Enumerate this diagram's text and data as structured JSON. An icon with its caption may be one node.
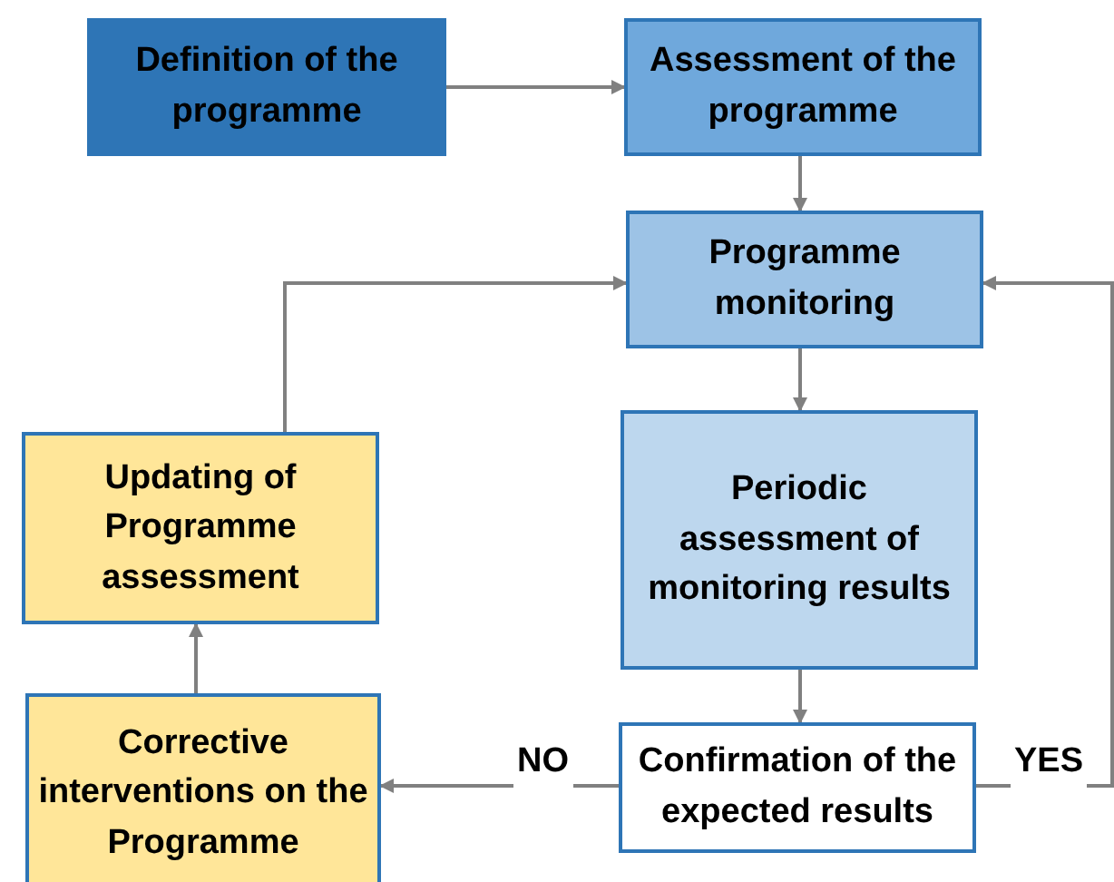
{
  "diagram": {
    "nodes": [
      {
        "text": [
          "Definition of the programme"
        ]
      },
      {
        "text": [
          "Assessment of the programme"
        ]
      },
      {
        "text": [
          "Programme monitoring"
        ]
      },
      {
        "text": [
          "Periodic assessment of monitoring results"
        ]
      },
      {
        "text": [
          "Confirmation of the expected results"
        ]
      },
      {
        "text": [
          "Updating of Programme assessment"
        ]
      },
      {
        "text": [
          "Corrective interventions on the Programme"
        ]
      }
    ],
    "edges": [
      {
        "from": 0,
        "to": 1,
        "arrow": "to"
      },
      {
        "from": 1,
        "to": 2,
        "arrow": "to"
      },
      {
        "from": 2,
        "to": 3,
        "arrow": "to"
      },
      {
        "from": 3,
        "to": 4,
        "arrow": "to"
      },
      {
        "from": 4,
        "to": 6,
        "arrow": "to",
        "label": "NO"
      },
      {
        "from": 6,
        "to": 5,
        "arrow": "to"
      },
      {
        "from": 5,
        "to": 2,
        "arrow": "to"
      },
      {
        "from": 4,
        "to": 2,
        "arrow": "to",
        "label": "YES"
      }
    ]
  }
}
